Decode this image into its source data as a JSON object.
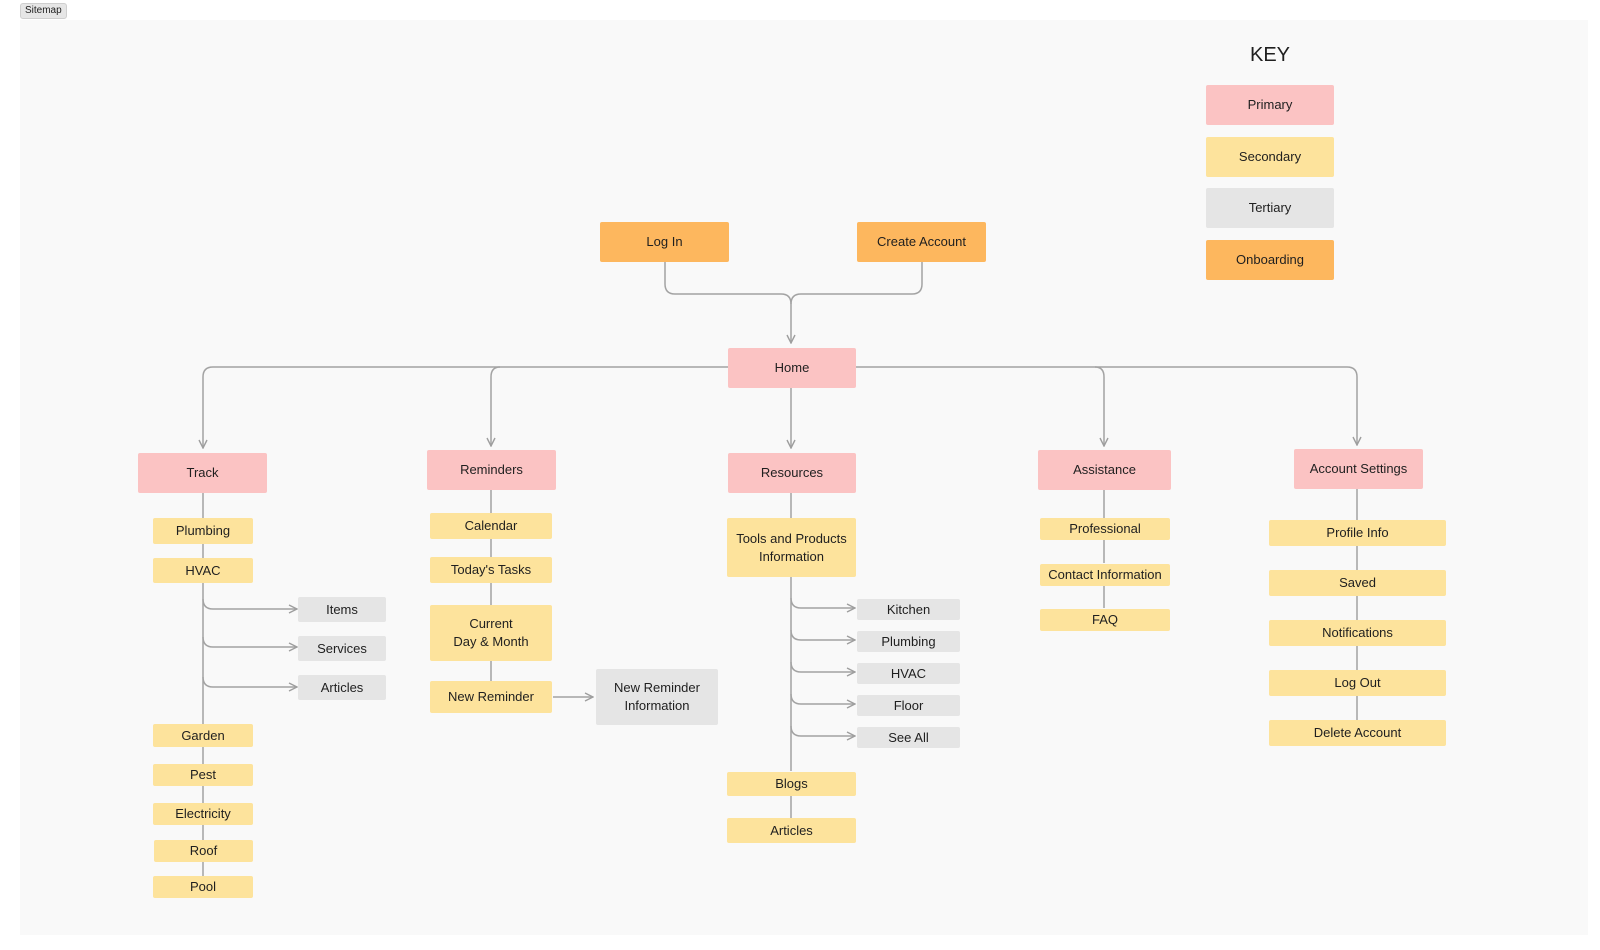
{
  "tab": {
    "label": "Sitemap"
  },
  "key": {
    "title": "KEY",
    "items": [
      {
        "label": "Primary",
        "color": "#fbc3c3"
      },
      {
        "label": "Secondary",
        "color": "#fde39c"
      },
      {
        "label": "Tertiary",
        "color": "#e5e5e5"
      },
      {
        "label": "Onboarding",
        "color": "#fdb75e"
      }
    ]
  },
  "onboarding": {
    "login": "Log In",
    "create_account": "Create Account"
  },
  "home": "Home",
  "track": {
    "label": "Track",
    "plumbing": "Plumbing",
    "hvac": "HVAC",
    "hvac_children": [
      "Items",
      "Services",
      "Articles"
    ],
    "garden": "Garden",
    "pest": "Pest",
    "electricity": "Electricity",
    "roof": "Roof",
    "pool": "Pool"
  },
  "reminders": {
    "label": "Reminders",
    "calendar": "Calendar",
    "todays_tasks": "Today's Tasks",
    "current": "Current\nDay & Month",
    "new_reminder": "New Reminder",
    "new_reminder_info": "New Reminder\nInformation"
  },
  "resources": {
    "label": "Resources",
    "tools": "Tools and Products\nInformation",
    "tools_children": [
      "Kitchen",
      "Plumbing",
      "HVAC",
      "Floor",
      "See All"
    ],
    "blogs": "Blogs",
    "articles": "Articles"
  },
  "assistance": {
    "label": "Assistance",
    "professional": "Professional",
    "contact": "Contact Information",
    "faq": "FAQ"
  },
  "account": {
    "label": "Account Settings",
    "profile": "Profile Info",
    "saved": "Saved",
    "notifications": "Notifications",
    "logout": "Log Out",
    "delete": "Delete Account"
  }
}
